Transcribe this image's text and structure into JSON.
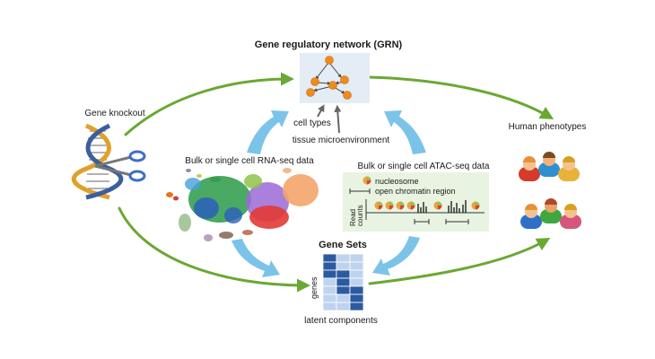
{
  "grn": {
    "title": "Gene regulatory network (GRN)",
    "box_color": "#e4ecf5",
    "node_color": "#f08a1c",
    "edge_color": "#444444"
  },
  "labels": {
    "gene_knockout": "Gene knockout",
    "human_phenotypes": "Human phenotypes",
    "cell_types": "cell types",
    "tissue_microenvironment": "tissue microenvironment",
    "rna_seq": "Bulk or single cell RNA-seq data",
    "atac_seq": "Bulk or single cell ATAC-seq data",
    "gene_sets": "Gene Sets",
    "genes_axis": "genes",
    "latent_components": "latent components"
  },
  "atac": {
    "nucleosome": "nucleosome",
    "open_chromatin": "open chromatin region",
    "read_counts_line1": "Read",
    "read_counts_line2": "counts",
    "box_color": "#e9f3e2"
  },
  "colors": {
    "green_arrow": "#6aa832",
    "blue_arrow": "#7cc3ea",
    "matrix_dark": "#2c5aa0",
    "matrix_light": "#bfd3ee",
    "dna_gold": "#e0a02a",
    "dna_blue": "#3a5f9c"
  },
  "icons": [
    "dna-helix-icon",
    "scissors-icon",
    "person-icon"
  ]
}
